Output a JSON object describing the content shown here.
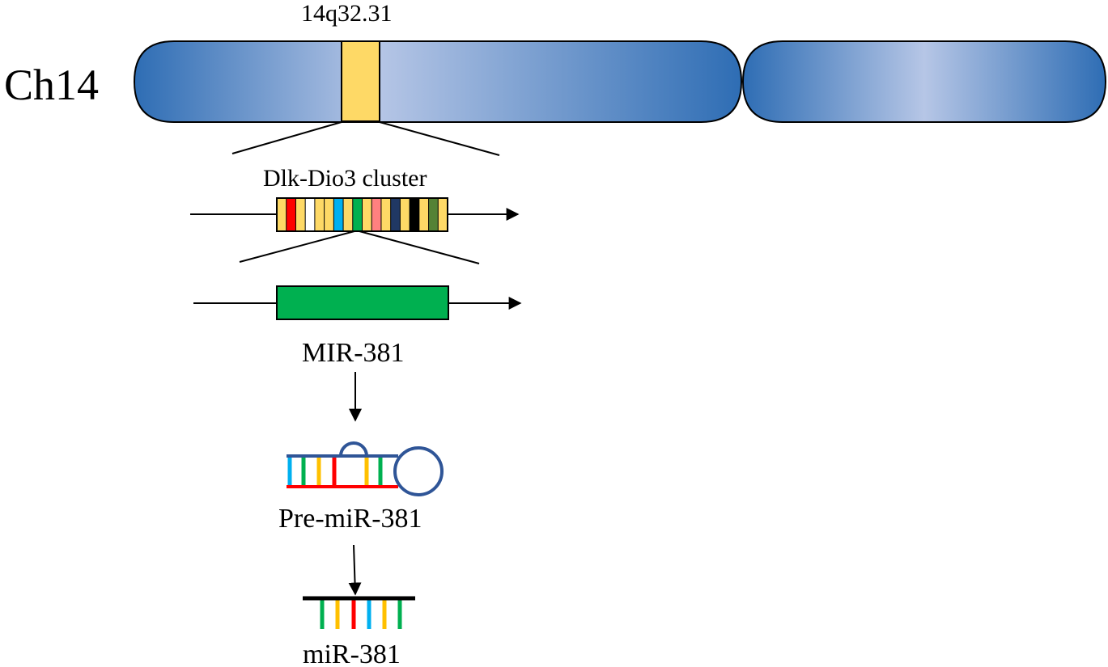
{
  "chromosome": {
    "label": "Ch14",
    "band_label": "14q32.31",
    "colors": {
      "arm_edge": "#2e6db4",
      "arm_mid": "#b6c6e6",
      "band_fill": "#fed966",
      "outline": "#000000"
    }
  },
  "cluster": {
    "label": "Dlk-Dio3 cluster",
    "stripe_colors": [
      "#fed966",
      "#ff0000",
      "#fed966",
      "#ffffff",
      "#fed966",
      "#fed966",
      "#00b0f0",
      "#fed966",
      "#00b050",
      "#fed966",
      "#ff8080",
      "#fed966",
      "#203864",
      "#fed966",
      "#000000",
      "#fed966",
      "#548235",
      "#fed966"
    ]
  },
  "gene": {
    "label": "MIR-381",
    "color": "#00b050"
  },
  "precursor": {
    "label": "Pre-miR-381",
    "strand_top_color": "#2f5597",
    "strand_bottom_color": "#ff0000",
    "loop_color": "#2f5597",
    "rung_colors": [
      "#00b0f0",
      "#00b050",
      "#ffc000",
      "#ff0000",
      "#ffc000",
      "#00b050"
    ]
  },
  "mature": {
    "label": "miR-381",
    "strand_color": "#000000",
    "rung_colors": [
      "#00b050",
      "#ffc000",
      "#ff0000",
      "#00b0f0",
      "#ffc000",
      "#00b050"
    ]
  }
}
